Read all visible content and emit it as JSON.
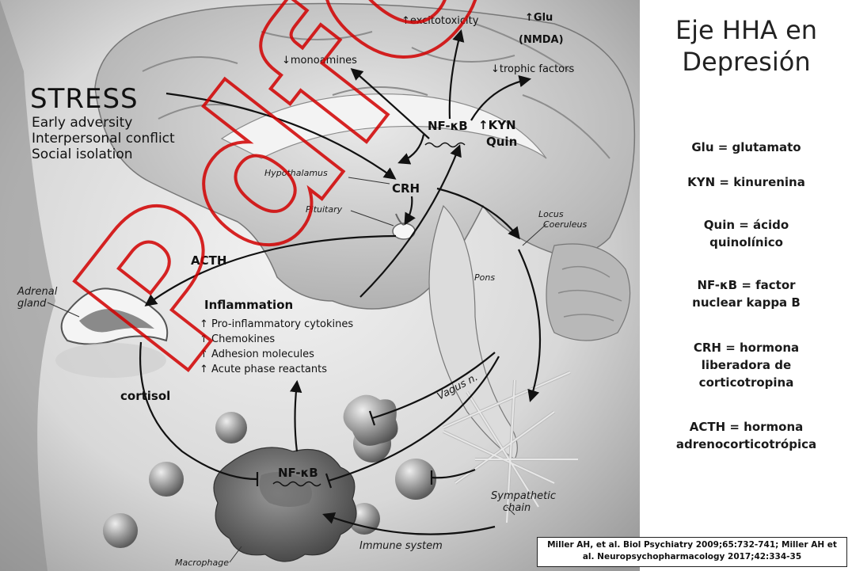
{
  "slide": {
    "title": "Eje HHA en Depresión",
    "glossary": [
      {
        "lines": [
          "Glu = glutamato"
        ]
      },
      {
        "lines": [
          "KYN = kinurenina"
        ]
      },
      {
        "lines": [
          "Quin = ácido",
          "quinolínico"
        ]
      },
      {
        "lines": [
          "NF-κB = factor",
          "nuclear kappa B"
        ]
      },
      {
        "lines": [
          "CRH = hormona",
          "liberadora de",
          "corticotropina"
        ]
      },
      {
        "lines": [
          "ACTH = hormona",
          "adrenocorticotrópica"
        ]
      }
    ],
    "citation": "Miller AH, et al. Biol Psychiatry 2009;65:732-741; Miller AH et al. Neuropsychopharmacology 2017;42:334-35",
    "watermark": "PdfO"
  },
  "diagram": {
    "stress": {
      "title": "STRESS",
      "items": [
        "Early adversity",
        "Interpersonal conflict",
        "Social isolation"
      ]
    },
    "effects": {
      "monoamines": "↓monoamines",
      "excitotoxicity": "↑excitotoxicity",
      "trophic": "↓trophic factors",
      "glu": "↑Glu",
      "nmda": "(NMDA)",
      "kyn": "↑KYN",
      "quin": "Quin"
    },
    "nodes": {
      "nfkb_brain": "NF-κB",
      "crh": "CRH",
      "acth": "ACTH",
      "cortisol": "cortisol",
      "nfkb_macrophage": "NF-κB"
    },
    "anatomy": {
      "hypothalamus": "Hypothalamus",
      "pituitary": "Pituitary",
      "locus_1": "Locus",
      "locus_2": "Coeruleus",
      "pons": "Pons",
      "adrenal_1": "Adrenal",
      "adrenal_2": "gland",
      "vagus": "Vagus n.",
      "sympathetic_1": "Sympathetic",
      "sympathetic_2": "chain",
      "immune": "Immune system",
      "macrophage": "Macrophage"
    },
    "inflammation": {
      "title": "Inflammation",
      "items": [
        "↑ Pro-inflammatory cytokines",
        "↑ Chemokines",
        "↑ Adhesion molecules",
        "↑ Acute phase reactants"
      ]
    }
  }
}
